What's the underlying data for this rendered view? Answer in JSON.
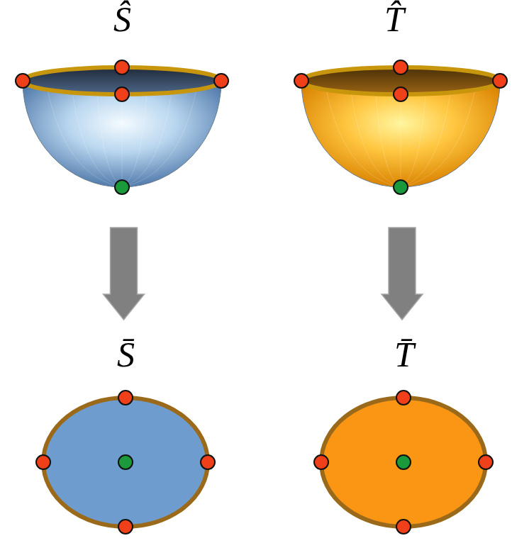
{
  "diagram": {
    "nodes": [
      {
        "text": [
          "Ŝ"
        ]
      },
      {
        "text": [
          "T̂"
        ]
      },
      {
        "text": [
          "S̄"
        ]
      },
      {
        "text": [
          "T̄"
        ]
      }
    ],
    "edges": [
      {
        "from": 0,
        "to": 2,
        "arrow": "to"
      },
      {
        "from": 1,
        "to": 3,
        "arrow": "to"
      }
    ]
  }
}
